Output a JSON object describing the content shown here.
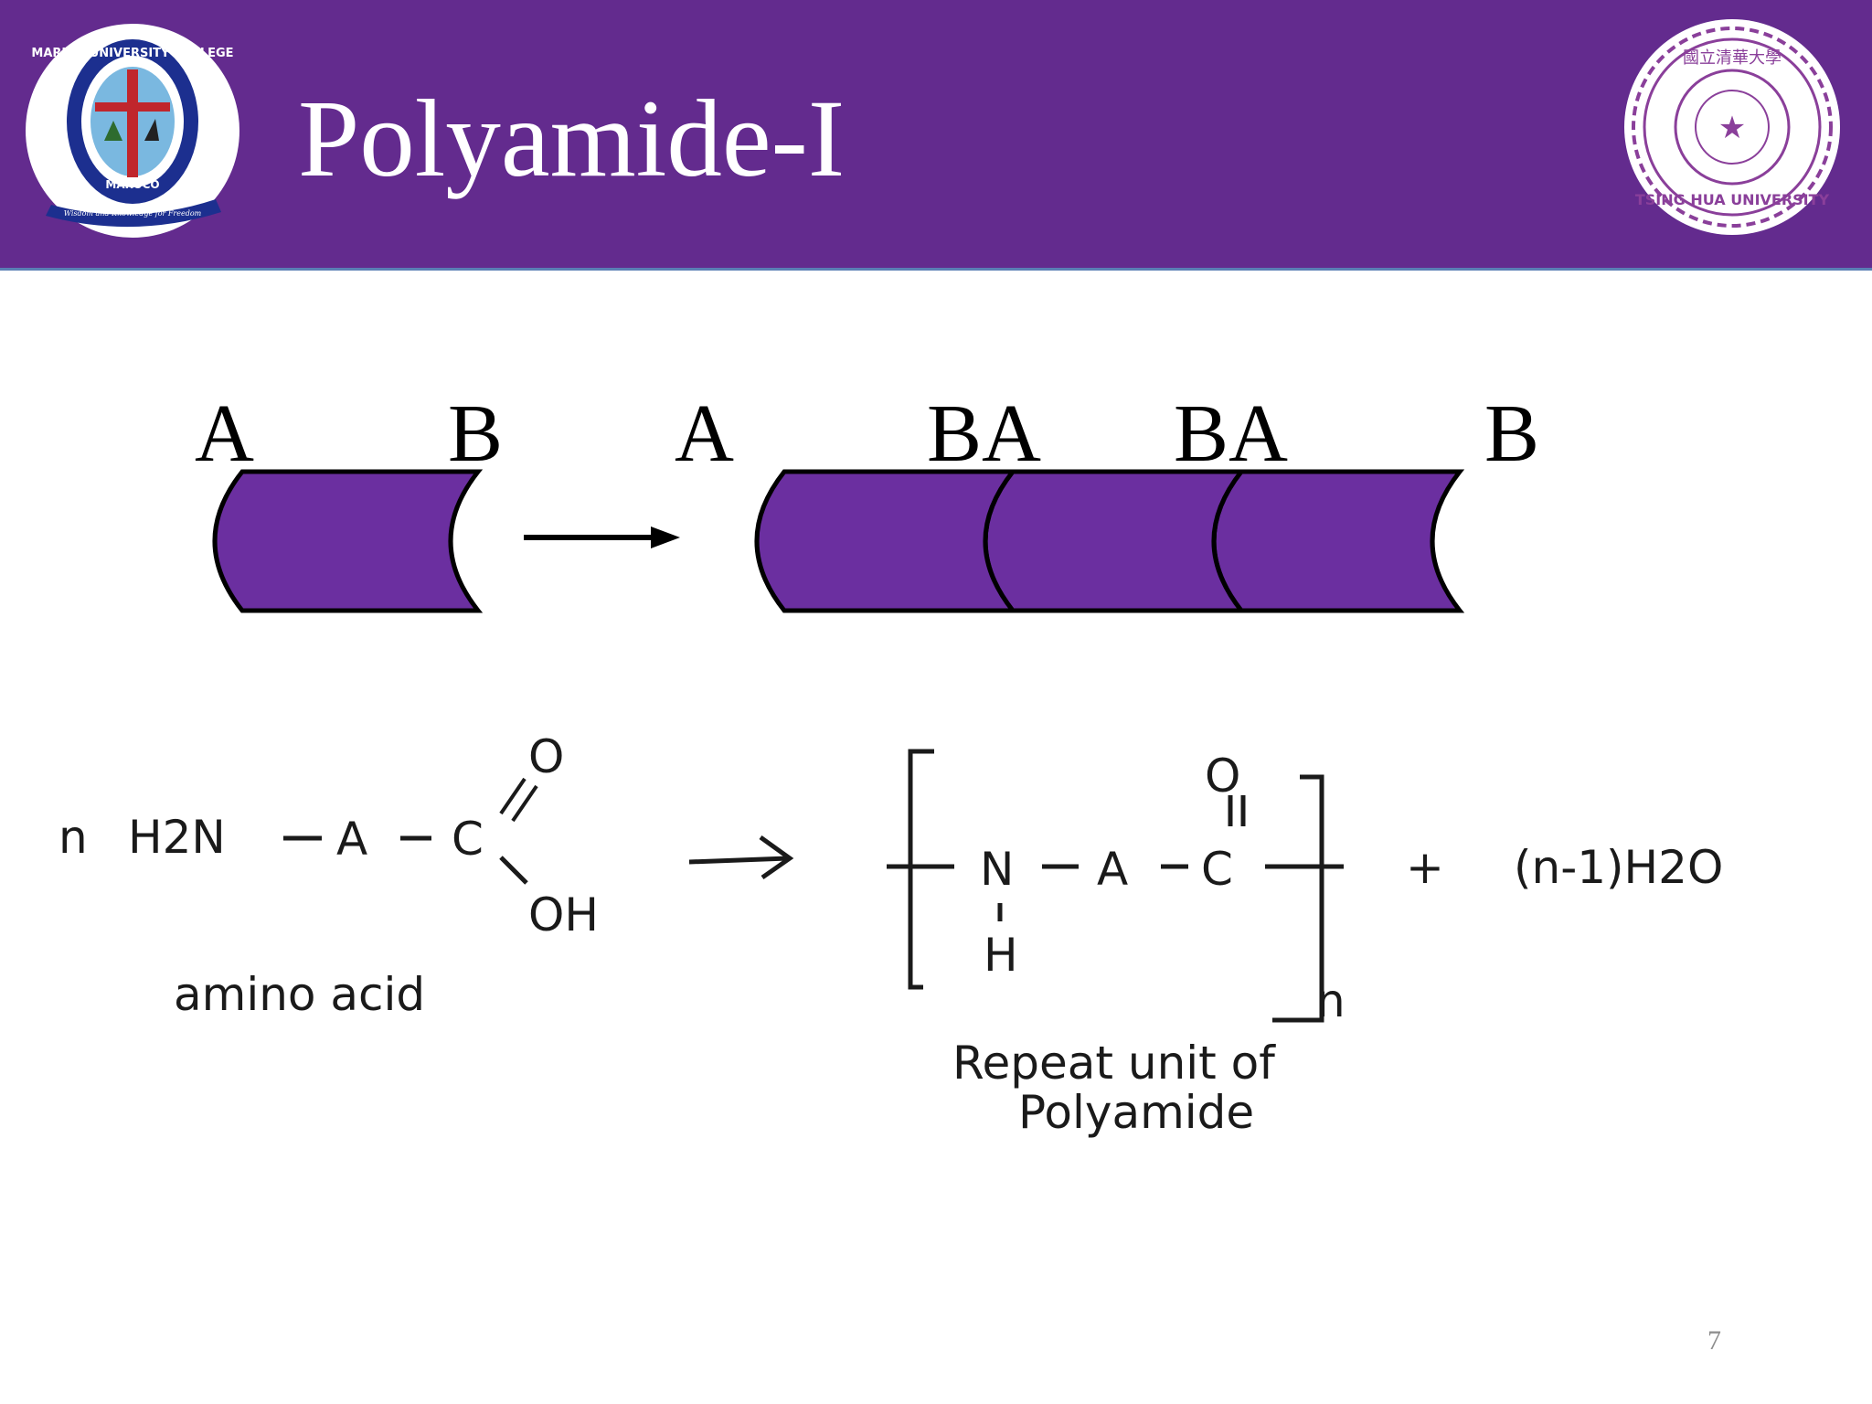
{
  "slide": {
    "title": "Polyamide-I",
    "page_number": "7"
  },
  "logos": {
    "left_icon": "marian-university-college-crest",
    "right_icon": "tsing-hua-university-seal",
    "left_text": {
      "ring": "MARIAN UNIVERSITY COLLEGE",
      "abbrev": "MARUCO",
      "motto": "Wisdom and Knowledge for Freedom"
    },
    "right_text": {
      "ring": "TSING HUA UNIVERSITY",
      "chinese": "國立清華大學"
    }
  },
  "diagram": {
    "monomer_labels": [
      "A",
      "B"
    ],
    "polymer_labels": [
      "A",
      "BA",
      "BA",
      "B"
    ],
    "arrow": "right-arrow-icon",
    "segment_color": "#6b2fa0"
  },
  "reaction": {
    "reactant_coefficient": "n",
    "reactant_amine": "H2N",
    "reactant_group": "A",
    "reactant_carbon": "C",
    "reactant_carbonyl_o": "O",
    "reactant_hydroxyl": "OH",
    "reactant_caption": "amino acid",
    "arrow": "right-arrow-icon",
    "product_nitrogen": "N",
    "product_hydrogen": "H",
    "product_group": "A",
    "product_carbon": "C",
    "product_carbonyl_o": "O",
    "product_subscript": "n",
    "plus": "+",
    "byproduct": "(n-1)H2O",
    "product_caption_line1": "Repeat unit of",
    "product_caption_line2": "Polyamide"
  }
}
